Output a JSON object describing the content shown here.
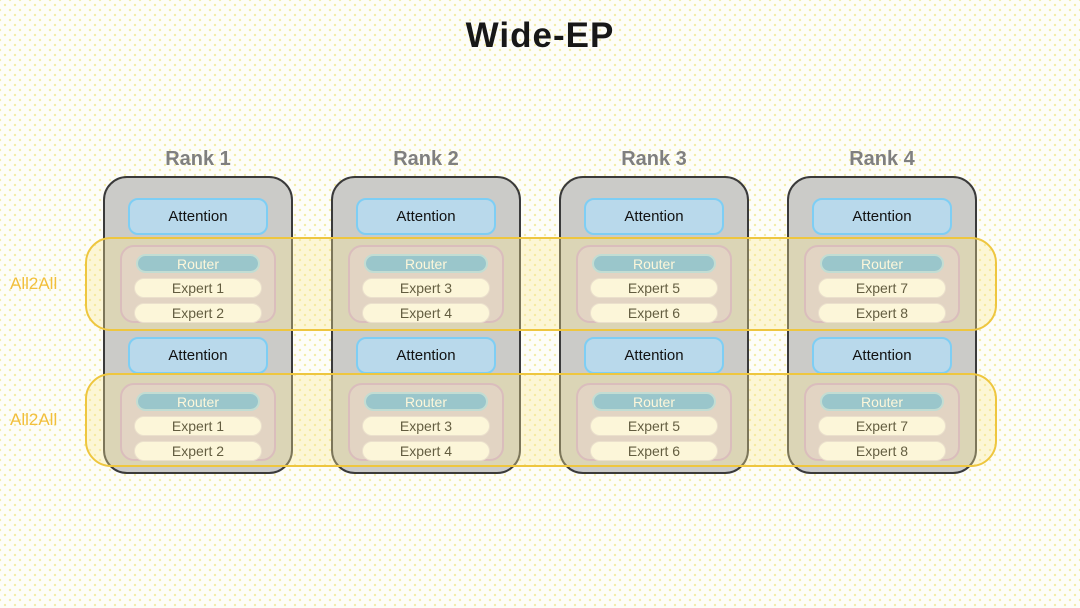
{
  "title": "Wide-EP",
  "bands": [
    {
      "label": "All2All"
    },
    {
      "label": "All2All"
    }
  ],
  "ranks": [
    {
      "label": "Rank 1",
      "blocks": [
        {
          "attention": "Attention",
          "router": "Router",
          "experts": [
            "Expert 1",
            "Expert 2"
          ]
        },
        {
          "attention": "Attention",
          "router": "Router",
          "experts": [
            "Expert 1",
            "Expert 2"
          ]
        }
      ]
    },
    {
      "label": "Rank 2",
      "blocks": [
        {
          "attention": "Attention",
          "router": "Router",
          "experts": [
            "Expert 3",
            "Expert 4"
          ]
        },
        {
          "attention": "Attention",
          "router": "Router",
          "experts": [
            "Expert 3",
            "Expert 4"
          ]
        }
      ]
    },
    {
      "label": "Rank 3",
      "blocks": [
        {
          "attention": "Attention",
          "router": "Router",
          "experts": [
            "Expert 5",
            "Expert 6"
          ]
        },
        {
          "attention": "Attention",
          "router": "Router",
          "experts": [
            "Expert 5",
            "Expert 6"
          ]
        }
      ]
    },
    {
      "label": "Rank 4",
      "blocks": [
        {
          "attention": "Attention",
          "router": "Router",
          "experts": [
            "Expert 7",
            "Expert 8"
          ]
        },
        {
          "attention": "Attention",
          "router": "Router",
          "experts": [
            "Expert 7",
            "Expert 8"
          ]
        }
      ]
    }
  ],
  "colors": {
    "rank_label_color": "#7f7f7f",
    "rank_fill": "#cbcbc8",
    "rank_border": "#3a3a3a",
    "attention_fill": "#b9d9eb",
    "attention_border": "#7ecef4",
    "moe_fill": "#d6c9dc",
    "moe_border": "#c9a6d2",
    "router_fill": "#68b4e8",
    "router_border": "#a5d8f5",
    "expert_fill": "#fefefe",
    "expert_border": "#e3dcea",
    "band_fill": "rgba(250, 233, 150, 0.35)",
    "band_border": "#eec63f",
    "all2all_color": "#f2bf3c",
    "dot_color": "#f4eba8"
  }
}
